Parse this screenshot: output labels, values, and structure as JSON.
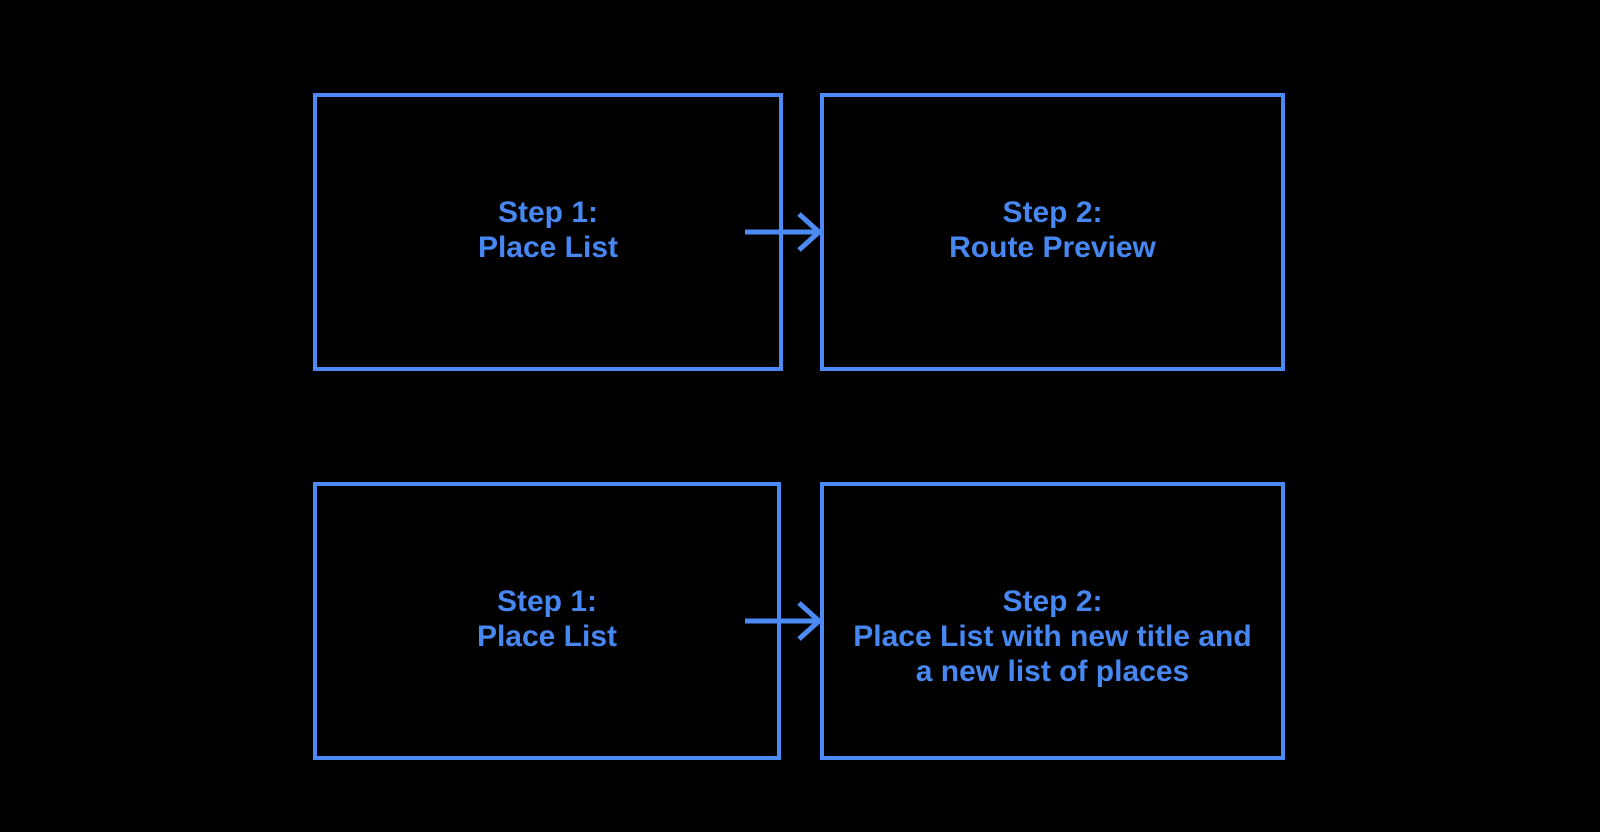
{
  "colors": {
    "background": "#000000",
    "accent": "#4C8BF5",
    "text": "#4787F2"
  },
  "diagram": {
    "description": "Two-row flow diagram of place list navigation steps",
    "arrow_icon": "right-arrow",
    "rows": [
      {
        "source": {
          "lines": [
            "Step 1:",
            "Place List"
          ]
        },
        "target": {
          "lines": [
            "Step 2:",
            "Route Preview"
          ]
        }
      },
      {
        "source": {
          "lines": [
            "Step 1:",
            "Place List"
          ]
        },
        "target": {
          "lines": [
            "Step 2:",
            "Place List with new title and",
            "a new list of places"
          ]
        }
      }
    ]
  }
}
